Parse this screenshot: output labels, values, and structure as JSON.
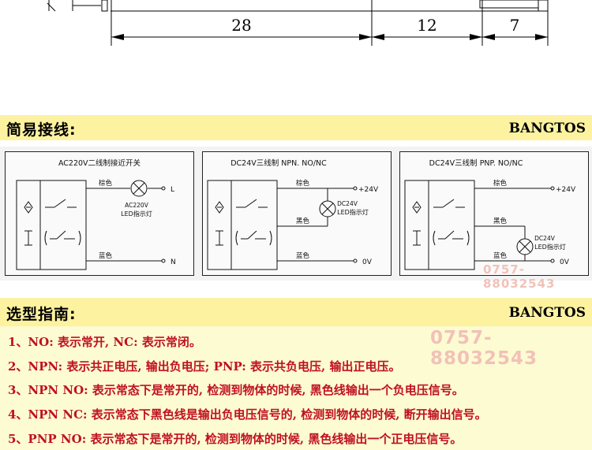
{
  "dimensions": {
    "labels": [
      "28",
      "12",
      "7"
    ]
  },
  "wiring_section": {
    "title": "简易接线:",
    "brand": "BANGTOS",
    "diagrams": [
      {
        "title": "AC220V二线制接近开关",
        "wire_top": "棕色",
        "wire_bottom": "蓝色",
        "lamp_label_1": "AC220V",
        "lamp_label_2": "LED指示灯",
        "terminal_top": "L",
        "terminal_bottom": "N"
      },
      {
        "title": "DC24V三线制 NPN. NO/NC",
        "wire_top": "棕色",
        "wire_mid": "黑色",
        "wire_bottom": "蓝色",
        "lamp_label_1": "DC24V",
        "lamp_label_2": "LED指示灯",
        "terminal_top": "+24V",
        "terminal_bottom": "0V"
      },
      {
        "title": "DC24V三线制 PNP. NO/NC",
        "wire_top": "棕色",
        "wire_mid": "黑色",
        "wire_bottom": "蓝色",
        "lamp_label_1": "DC24V",
        "lamp_label_2": "LED指示灯",
        "terminal_top": "+24V",
        "terminal_bottom": "0V"
      }
    ],
    "watermark": "0757-88032543"
  },
  "guide_section": {
    "title": "选型指南:",
    "brand": "BANGTOS",
    "watermark": "0757-88032543",
    "lines": [
      "1、NO: 表示常开, NC: 表示常闭。",
      "2、NPN: 表示共正电压, 输出负电压; PNP: 表示共负电压, 输出正电压。",
      "3、NPN NO: 表示常态下是常开的, 检测到物体的时候, 黑色线输出一个负电压信号。",
      "4、NPN NC: 表示常态下黑色线是输出负电压信号的, 检测到物体的时候, 断开输出信号。",
      "5、PNP NO: 表示常态下是常开的, 检测到物体的时候, 黑色线输出一个正电压信号。"
    ]
  },
  "colors": {
    "band": "#fcf2a0",
    "guide_bg": "#fdfbd2",
    "guide_text": "#c0111f",
    "watermark": "#f2c1b8"
  }
}
